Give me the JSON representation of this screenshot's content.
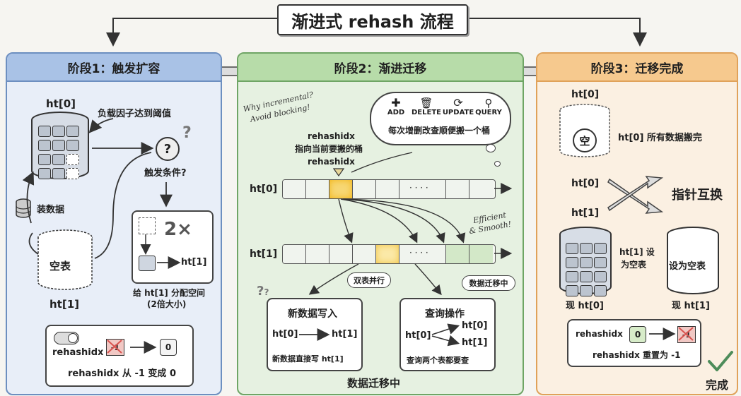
{
  "title": "渐进式 rehash 流程",
  "colors": {
    "stage1": "#a9c2e6",
    "stage2": "#b7dca9",
    "stage3": "#f6c98e",
    "highlight": "#f5c542",
    "cross": "#d9534f"
  },
  "stage1": {
    "header": "阶段1：触发扩容",
    "ht0": "ht[0]",
    "ht1": "ht[1]",
    "load_factor": "负载因子达到阈值",
    "trigger": "触发条件?",
    "question_mark": "?",
    "load_data": "装数据",
    "empty_table": "空表",
    "double_sign": "2×",
    "ht1_target": "ht[1]",
    "alloc_line1": "给 ht[1] 分配空间",
    "alloc_line2": "(2倍大小)",
    "rehashidx_label": "rehashidx",
    "old_value": "-1",
    "new_value": "0",
    "rehashidx_note": "rehashidx 从 -1 变成 0"
  },
  "stage2": {
    "header": "阶段2：渐进迁移",
    "why_line1": "Why incremental?",
    "why_line2": "Avoid blocking!",
    "ops": [
      {
        "icon": "plus-icon",
        "label": "ADD"
      },
      {
        "icon": "trash-icon",
        "label": "DELETE"
      },
      {
        "icon": "refresh-icon",
        "label": "UPDATE"
      },
      {
        "icon": "search-icon",
        "label": "QUERY"
      }
    ],
    "ops_note": "每次增删改查顺便搬一个桶",
    "pointer_line1": "rehashidx",
    "pointer_line2": "指向当前要搬的桶",
    "pointer_line3": "rehashidx",
    "ht0": "ht[0]",
    "ht1": "ht[1]",
    "dots": "· · · ·",
    "efficient_line1": "Efficient",
    "efficient_line2": "& Smooth!",
    "parallel": "双表并行",
    "migrating_badge": "数据迁移中",
    "write_title": "新数据写入",
    "write_from": "ht[0]",
    "write_to": "ht[1]",
    "write_note": "新数据直接写 ht[1]",
    "query_title": "查询操作",
    "query_from": "ht[0]",
    "query_to_a": "ht[0]",
    "query_to_b": "ht[1]",
    "query_note": "查询两个表都要查",
    "footer": "数据迁移中"
  },
  "stage3": {
    "header": "阶段3：迁移完成",
    "ht0": "ht[0]",
    "empty_char": "空",
    "ht0_done": "ht[0] 所有数据搬完",
    "swap_ht0": "ht[0]",
    "swap_ht1": "ht[1]",
    "swap_note": "指针互换",
    "ht1_empty_line1": "ht[1] 设",
    "ht1_empty_line2": "为空表",
    "set_empty": "设为空表",
    "now_ht0": "现 ht[0]",
    "now_ht1": "现 ht[1]",
    "rehashidx_label": "rehashidx",
    "old_value": "0",
    "new_value": "-1",
    "reset_note": "rehashidx 重置为 -1",
    "done": "完成"
  }
}
